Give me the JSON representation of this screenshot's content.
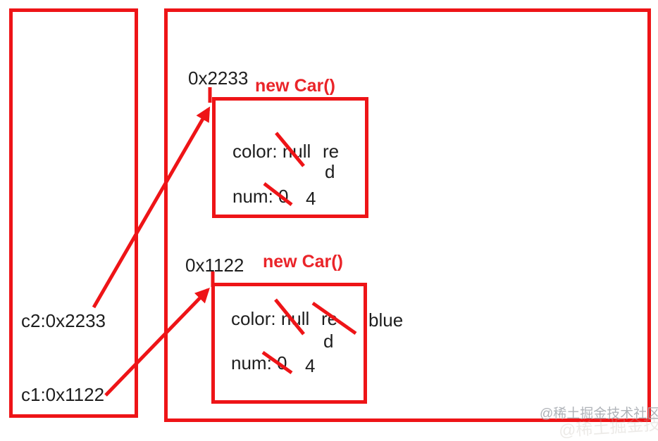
{
  "stack": {
    "vars": [
      {
        "name": "c2",
        "label": "c2:0x2233"
      },
      {
        "name": "c1",
        "label": "c1:0x1122"
      }
    ]
  },
  "heap": {
    "objects": [
      {
        "address": "0x2233",
        "constructor": "new Car()",
        "color_field": "color:",
        "color_old": "null",
        "color_new_line1": "re",
        "color_new_line2": "d",
        "num_field": "num:",
        "num_old": "0",
        "num_new": "4"
      },
      {
        "address": "0x1122",
        "constructor": "new Car()",
        "color_field": "color:",
        "color_old": "null",
        "color_new_line1": "re",
        "color_new_line2": "d",
        "color_new2": "blue",
        "num_field": "num:",
        "num_old": "0",
        "num_new": "4"
      }
    ]
  },
  "watermark": "@稀土掘金技术社区",
  "colors": {
    "accent_red": "#ee1417",
    "text_black": "#1e1e1e",
    "watermark_gray": "#a9adb3"
  }
}
